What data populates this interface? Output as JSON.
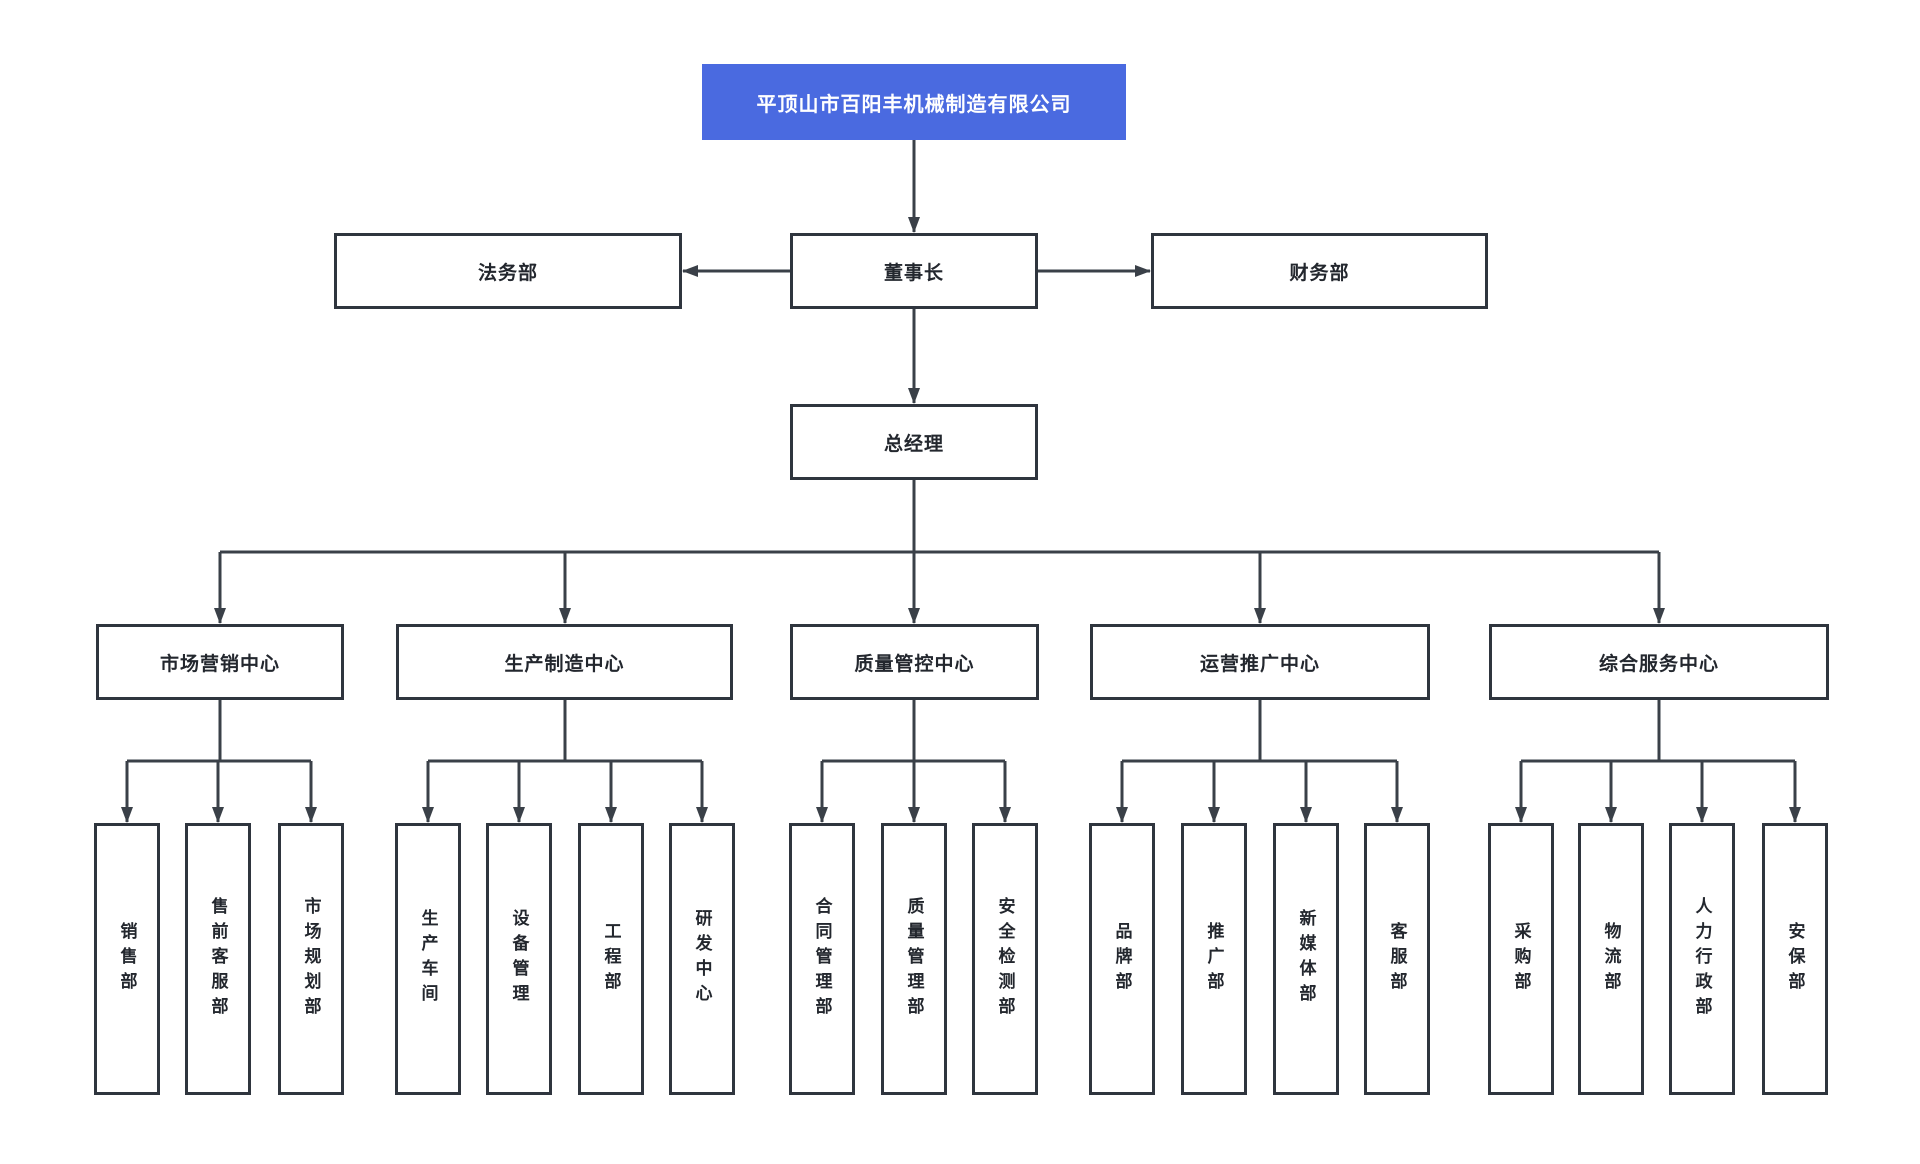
{
  "page": {
    "background": "#ffffff"
  },
  "diagram": {
    "type": "org-chart",
    "root": {
      "label": "平顶山市百阳丰机械制造有限公司"
    },
    "executives": {
      "chairman": {
        "label": "董事长"
      },
      "legal": {
        "label": "法务部"
      },
      "finance": {
        "label": "财务部"
      },
      "general_manager": {
        "label": "总经理"
      }
    },
    "centers": [
      {
        "label": "市场营销中心",
        "departments": [
          "销售部",
          "售前客服部",
          "市场规划部"
        ]
      },
      {
        "label": "生产制造中心",
        "departments": [
          "生产车间",
          "设备管理",
          "工程部",
          "研发中心"
        ]
      },
      {
        "label": "质量管控中心",
        "departments": [
          "合同管理部",
          "质量管理部",
          "安全检测部"
        ]
      },
      {
        "label": "运营推广中心",
        "departments": [
          "品牌部",
          "推广部",
          "新媒体部",
          "客服部"
        ]
      },
      {
        "label": "综合服务中心",
        "departments": [
          "采购部",
          "物流部",
          "人力行政部",
          "安保部"
        ]
      }
    ],
    "colors": {
      "root_bg": "#4a6ae0",
      "root_text": "#ffffff",
      "node_bg": "#ffffff",
      "node_border": "#2f353e",
      "node_text": "#23272e",
      "connector": "#3a4048"
    }
  }
}
